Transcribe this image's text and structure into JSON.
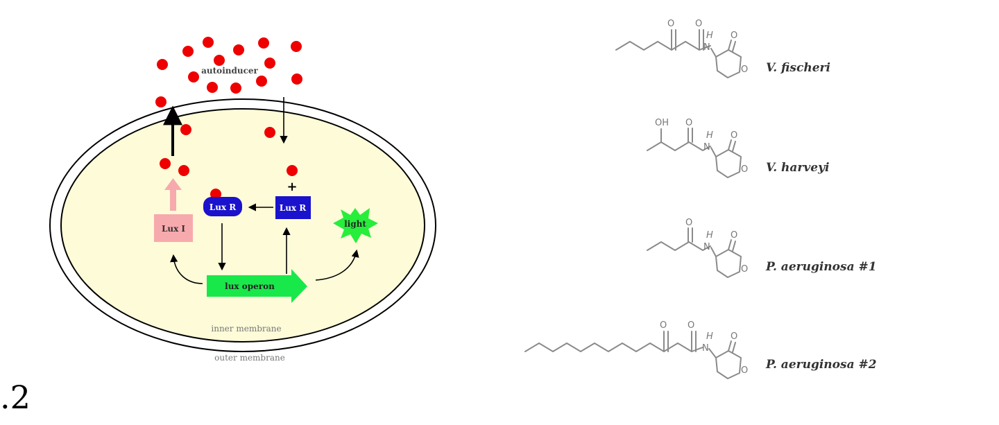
{
  "colors": {
    "cytoplasm": "#fdfbd8",
    "autoinducer": "#ee0000",
    "lux_i": "#f7aaad",
    "lux_r": "#1a12cc",
    "lux_operon": "#19e84a",
    "light": "#26ee3a",
    "molecule_line": "#8a8a8a"
  },
  "cell": {
    "autoinducer_label": "autoinducer",
    "lux_i_label": "Lux I",
    "lux_r_bound_label": "Lux R",
    "lux_r_free_label": "Lux R",
    "lux_operon_label": "lux operon",
    "light_label": "light",
    "plus_sign": "+",
    "inner_membrane_label": "inner membrane",
    "outer_membrane_label": "outer membrane"
  },
  "molecules": [
    {
      "species": "V. fischeri",
      "atoms": [
        "O",
        "O",
        "H",
        "N",
        "O",
        "O"
      ]
    },
    {
      "species": "V. harveyi",
      "atoms": [
        "OH",
        "O",
        "H",
        "N",
        "O",
        "O"
      ]
    },
    {
      "species": "P. aeruginosa #1",
      "atoms": [
        "O",
        "H",
        "N",
        "O",
        "O"
      ]
    },
    {
      "species": "P. aeruginosa #2",
      "atoms": [
        "O",
        "O",
        "H",
        "N",
        "O",
        "O"
      ]
    }
  ],
  "figure_number": ".2"
}
